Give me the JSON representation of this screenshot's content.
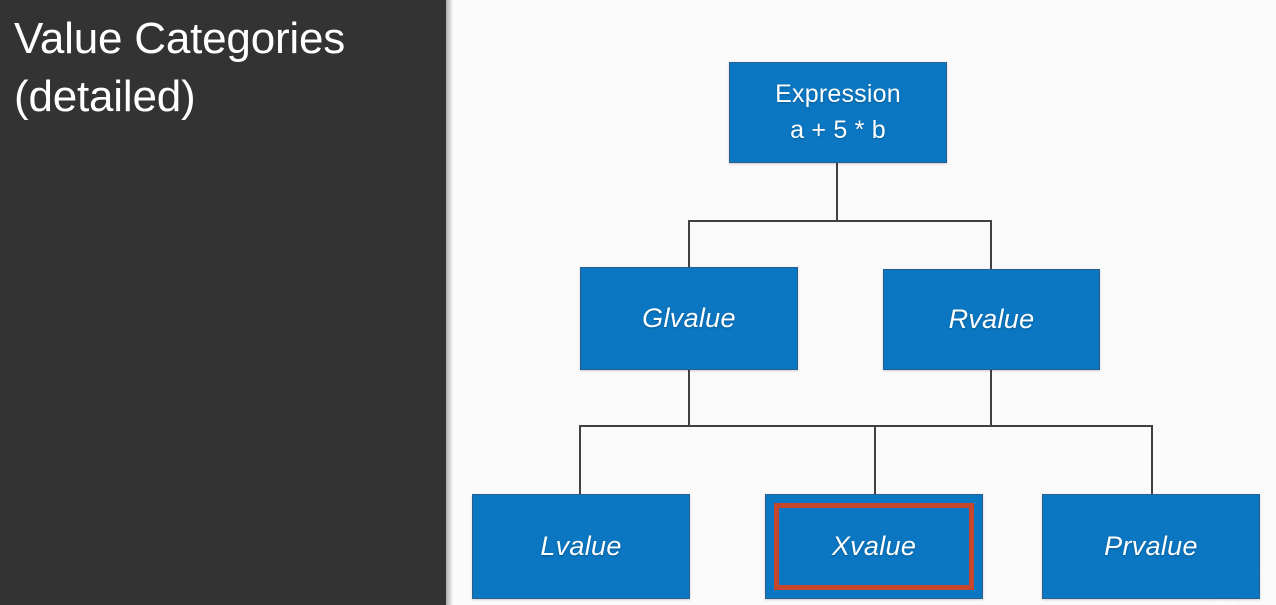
{
  "slide": {
    "title": "Value Categories\n(detailed)",
    "panel_color": "#333333",
    "title_color": "#ffffff",
    "canvas_color": "#fafafa"
  },
  "diagram": {
    "type": "tree",
    "node_fill": "#0b77c2",
    "node_border": "#2a5e8f",
    "node_text_color": "#ffffff",
    "connector_color": "#404040",
    "highlight_color": "#c4462c",
    "nodes": [
      {
        "id": "expression",
        "label": "Expression\na  + 5 *  b",
        "level": 0,
        "italic": false,
        "highlighted": false
      },
      {
        "id": "glvalue",
        "label": "Glvalue",
        "level": 1,
        "italic": true,
        "highlighted": false
      },
      {
        "id": "rvalue",
        "label": "Rvalue",
        "level": 1,
        "italic": true,
        "highlighted": false
      },
      {
        "id": "lvalue",
        "label": "Lvalue",
        "level": 2,
        "italic": true,
        "highlighted": false
      },
      {
        "id": "xvalue",
        "label": "Xvalue",
        "level": 2,
        "italic": true,
        "highlighted": true
      },
      {
        "id": "prvalue",
        "label": "Prvalue",
        "level": 2,
        "italic": true,
        "highlighted": false
      }
    ],
    "edges": [
      {
        "from": "expression",
        "to": "glvalue"
      },
      {
        "from": "expression",
        "to": "rvalue"
      },
      {
        "from": "glvalue",
        "to": "lvalue"
      },
      {
        "from": "glvalue",
        "to": "xvalue"
      },
      {
        "from": "rvalue",
        "to": "xvalue"
      },
      {
        "from": "rvalue",
        "to": "prvalue"
      }
    ]
  },
  "watermark": {
    "name": "x-logo-watermark"
  }
}
